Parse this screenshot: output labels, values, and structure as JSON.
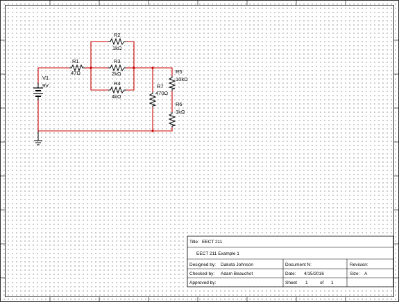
{
  "colors": {
    "wire": "#cc0000",
    "component": "#000000",
    "grid_dot": "#8a8a8a",
    "border": "#000000"
  },
  "components": {
    "V1": {
      "name": "V1",
      "value": "9V"
    },
    "R1": {
      "name": "R1",
      "value": "47Ω"
    },
    "R2": {
      "name": "R2",
      "value": "1kΩ"
    },
    "R3": {
      "name": "R3",
      "value": "2kΩ"
    },
    "R4": {
      "name": "R4",
      "value": "4kΩ"
    },
    "R5": {
      "name": "R5",
      "value": "10kΩ"
    },
    "R6": {
      "name": "R6",
      "value": "1kΩ"
    },
    "R7": {
      "name": "R7",
      "value": "470Ω"
    }
  },
  "title_block": {
    "title_label": "Title:",
    "title": "EECT 211",
    "description": "EECT 211 Example 1",
    "designed_by_label": "Designed by:",
    "designed_by": "Dakota Johnson",
    "document_label": "Document N:",
    "document": "",
    "revision_label": "Revision:",
    "revision": "",
    "checked_by_label": "Checked by:",
    "checked_by": "Adam Beauchot",
    "date_label": "Date:",
    "date": "4/15/2016",
    "size_label": "Size:",
    "size": "A",
    "approved_by_label": "Approved by:",
    "approved_by": "",
    "sheet_label": "Sheet",
    "sheet_number": "1",
    "sheet_of_label": "of",
    "sheet_total": "1"
  }
}
